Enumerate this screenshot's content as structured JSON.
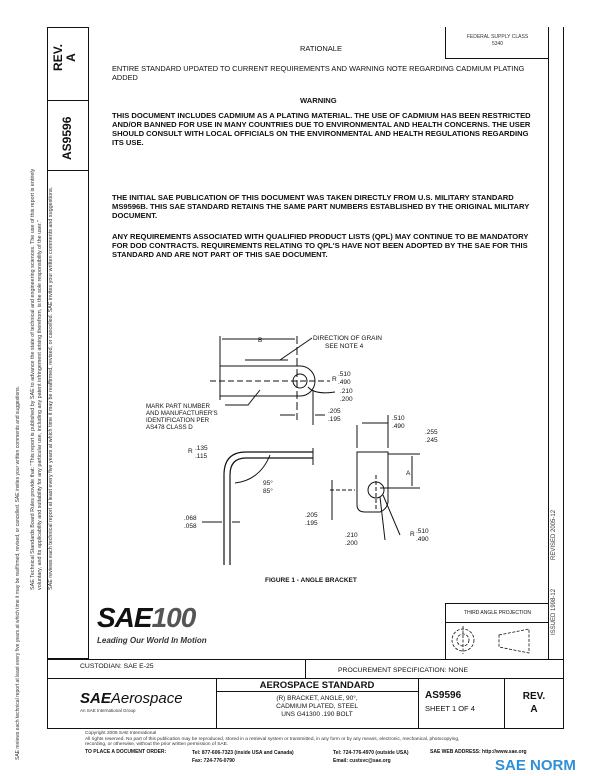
{
  "side_left": {
    "rev_label": "REV.",
    "rev_value": "A",
    "doc_number": "AS9596",
    "disclaimer_1": "SAE Technical Standards Board Rules provide that: \"This report is published by SAE to advance the state of technical and engineering sciences. The use of this report is entirely",
    "disclaimer_2": "voluntary, and its applicability and suitability for any particular use, including any patent infringement arising therefrom, is the sole responsibility of the user.\"",
    "disclaimer_3": "SAE reviews each technical report at least every five years at which time it may be reaffirmed, revised, or cancelled. SAE invites your written comments and suggestions."
  },
  "side_right": {
    "issued": "ISSUED 1998-12",
    "revised": "REVISED 2005-12"
  },
  "fsc": {
    "label": "FEDERAL SUPPLY CLASS",
    "value": "5340"
  },
  "rationale": {
    "heading": "RATIONALE",
    "text": "ENTIRE STANDARD UPDATED TO CURRENT REQUIREMENTS AND WARNING NOTE REGARDING CADMIUM PLATING ADDED"
  },
  "warning": {
    "heading": "WARNING",
    "text": "THIS DOCUMENT INCLUDES CADMIUM AS A PLATING MATERIAL. THE USE OF CADMIUM HAS BEEN RESTRICTED AND/OR BANNED FOR USE IN MANY COUNTRIES DUE TO ENVIRONMENTAL AND HEALTH CONCERNS. THE USER SHOULD CONSULT WITH LOCAL OFFICIALS ON THE ENVIRONMENTAL AND HEALTH REGULATIONS REGARDING ITS USE."
  },
  "para1": "THE INITIAL SAE PUBLICATION OF THIS DOCUMENT WAS TAKEN DIRECTLY FROM U.S. MILITARY STANDARD MS9596B. THIS SAE STANDARD RETAINS THE SAME PART NUMBERS ESTABLISHED BY THE ORIGINAL MILITARY DOCUMENT.",
  "para2": "ANY REQUIREMENTS ASSOCIATED WITH QUALIFIED PRODUCT LISTS (QPL) MAY CONTINUE TO BE MANDATORY FOR DOD CONTRACTS. REQUIREMENTS RELATING TO QPL'S HAVE NOT BEEN ADOPTED BY THE SAE FOR THIS STANDARD AND ARE NOT PART OF THIS SAE DOCUMENT.",
  "figure": {
    "caption": "FIGURE 1 - ANGLE BRACKET",
    "dim_b": "B",
    "dim_a": "A",
    "grain_1": "DIRECTION OF GRAIN",
    "grain_2": "SEE NOTE 4",
    "r1": "R",
    "r1a": ".510",
    "r1b": ".490",
    "d1a": ".210",
    "d1b": ".200",
    "e1a": ".205",
    "e1b": ".195",
    "mark_1": "MARK PART NUMBER",
    "mark_2": "AND MANUFACTURER'S",
    "mark_3": "IDENTIFICATION PER",
    "mark_4": "AS478 CLASS D",
    "w1a": ".510",
    "w1b": ".490",
    "h1a": ".255",
    "h1b": ".245",
    "r2a": ".135",
    "r2b": ".115",
    "ang_a": "95°",
    "ang_b": "85°",
    "t1a": ".068",
    "t1b": ".058",
    "e2a": ".205",
    "e2b": ".195",
    "r3a": ".510",
    "r3b": ".490",
    "d2a": ".210",
    "d2b": ".200"
  },
  "logo": {
    "tagline": "Leading Our World In Motion"
  },
  "projection": {
    "label": "THIRD ANGLE PROJECTION"
  },
  "custodian": "CUSTODIAN: SAE E-25",
  "procurement": "PROCUREMENT SPECIFICATION: NONE",
  "title_block": {
    "brand_sae": "SAE",
    "brand_aero": "Aerospace",
    "brand_sub": "An SAE International Group",
    "heading": "AEROSPACE STANDARD",
    "title_1": "(R) BRACKET, ANGLE, 90°,",
    "title_2": "CADMIUM PLATED, STEEL",
    "title_3": "UNS G41300 .190 BOLT",
    "doc_number": "AS9596",
    "sheet": "SHEET 1 OF 4",
    "rev_label": "REV.",
    "rev_value": "A"
  },
  "footer": {
    "copyright": "Copyright 2005 SAE International",
    "rights": "All rights reserved. No part of this publication may be reproduced, stored in a retrieval system or transmitted, in any form or by any means, electronic, mechanical, photocopying,",
    "rights_2": "recording, or otherwise, without the prior written permission of SAE.",
    "order_label": "TO PLACE A DOCUMENT ORDER:",
    "tel1": "Tel: 877-606-7323 (inside USA and Canada)",
    "fax": "Fax: 724-776-0790",
    "tel2": "Tel: 724-776-4970 (outside USA)",
    "email": "Email: custsvc@sae.org",
    "web": "SAE WEB ADDRESS: http://www.sae.org"
  },
  "watermark": {
    "text": "SAE NORM",
    "color": "#2f8fd8"
  }
}
